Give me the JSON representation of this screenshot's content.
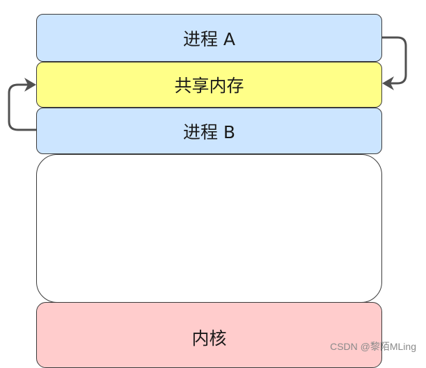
{
  "diagram": {
    "process_a_label": "进程 A",
    "shared_memory_label": "共享内存",
    "process_b_label": "进程 B",
    "user_space_label": "",
    "kernel_label": "内核"
  },
  "watermark": {
    "text": "CSDN @黎陌MLing"
  },
  "colors": {
    "process_fill": "#cce5ff",
    "shared_memory_fill": "#ffff88",
    "kernel_fill": "#ffcccc",
    "arrow": "#505050"
  }
}
